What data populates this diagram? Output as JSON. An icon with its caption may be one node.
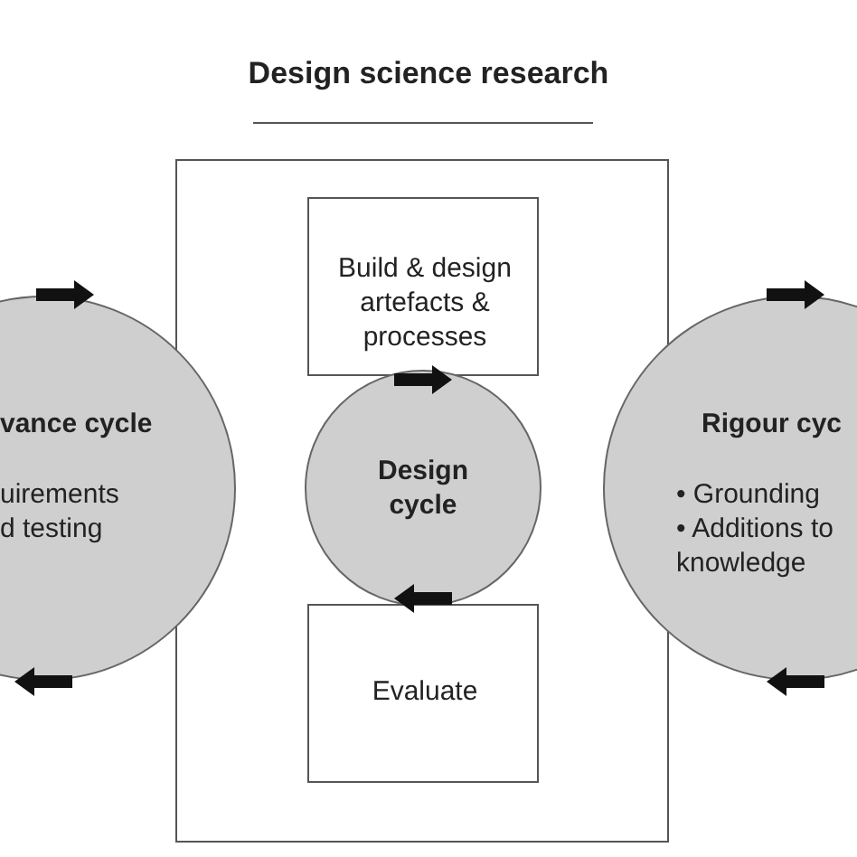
{
  "diagram": {
    "title": "Design science research",
    "nodes": [
      {
        "text": [],
        "shape": "box"
      },
      {
        "text": [
          "Build & design artefacts & processes"
        ],
        "in": 0
      },
      {
        "text": [
          "Design cycle"
        ],
        "in": 0
      },
      {
        "text": [
          "Evaluate"
        ],
        "in": 0
      },
      {
        "text": [
          "vance cycle",
          "uirements d testing"
        ]
      },
      {
        "text": [
          "Rigour cyc",
          "• Grounding",
          "• Additions to knowledge"
        ]
      }
    ],
    "edges": [
      {
        "from": 1,
        "to": 2,
        "arrow": "to"
      },
      {
        "from": 3,
        "to": 2,
        "arrow": "to"
      }
    ]
  }
}
